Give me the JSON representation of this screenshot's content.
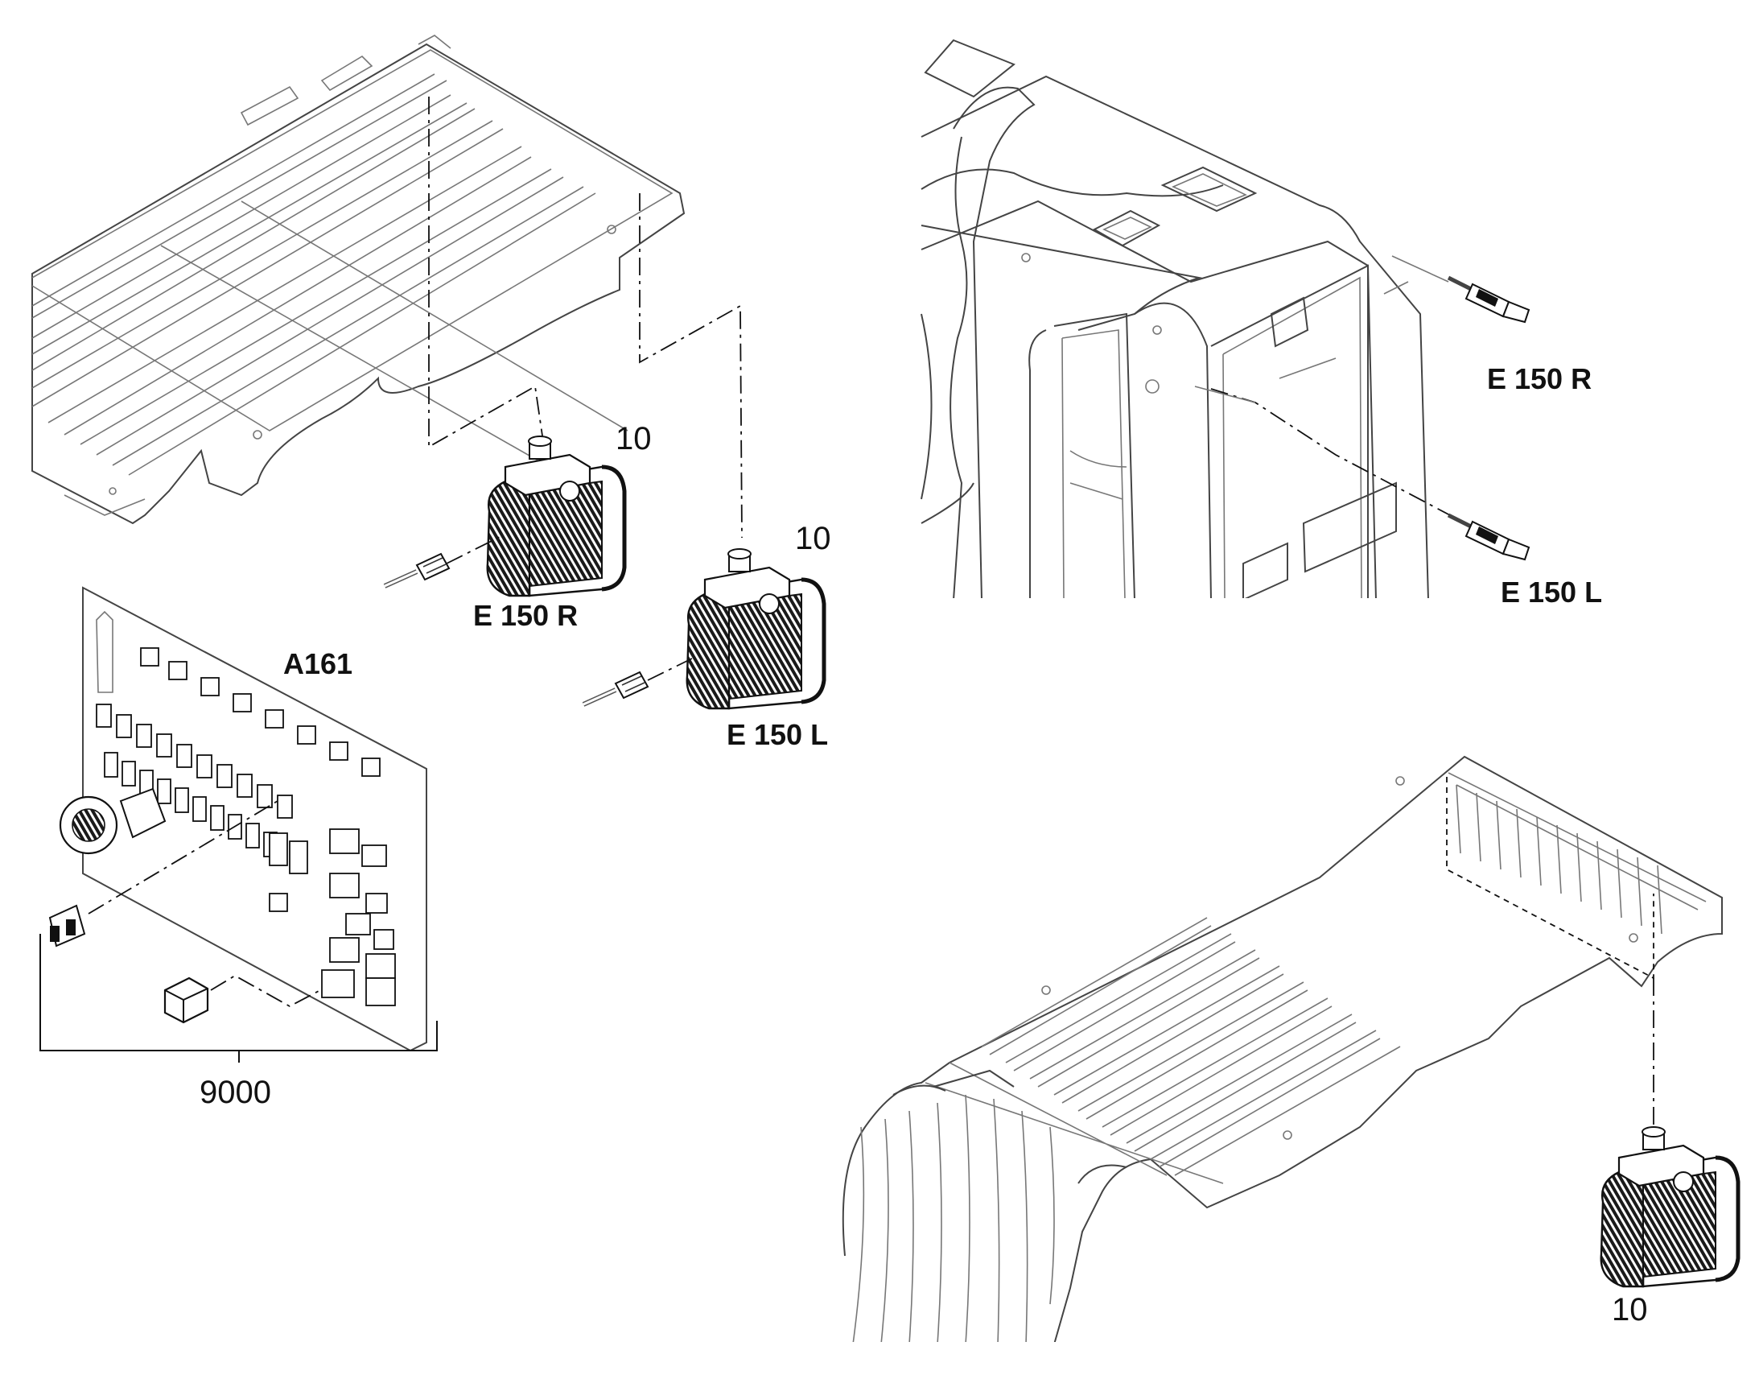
{
  "labels": {
    "lamp_front_right": "E 150 R",
    "lamp_front_left": "E 150 L",
    "lamp_cab_right": "E 150 R",
    "lamp_cab_left": "E 150 L",
    "board": "A161",
    "kit": "9000",
    "item_front_right": "10",
    "item_front_left": "10",
    "item_rear": "10"
  }
}
